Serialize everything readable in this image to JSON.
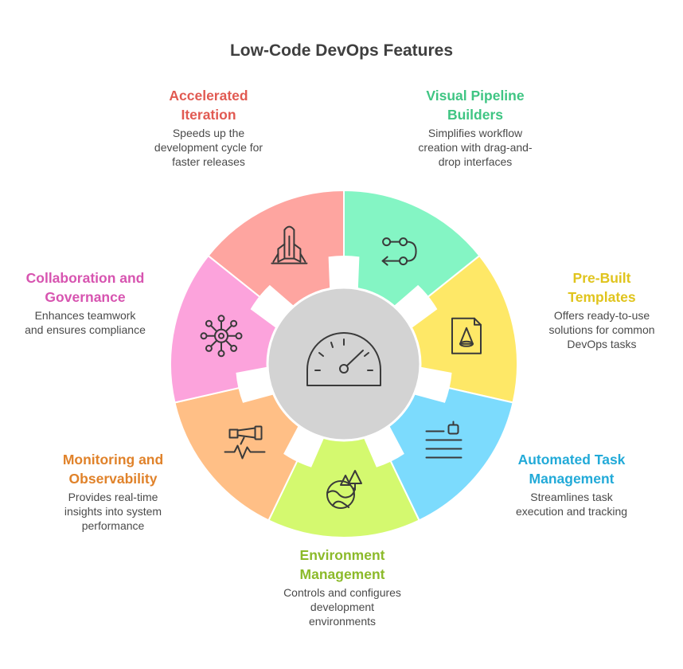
{
  "title": "Low-Code DevOps Features",
  "center": {
    "icon": "speedometer-icon"
  },
  "segments": [
    {
      "title_lines": [
        "Visual Pipeline",
        "Builders"
      ],
      "desc_lines": [
        "Simplifies workflow",
        "creation with drag-and-",
        "drop interfaces"
      ],
      "color": "#84f5c4",
      "title_color": "#3fc583",
      "icon": "workflow-icon"
    },
    {
      "title_lines": [
        "Pre-Built",
        "Templates"
      ],
      "desc_lines": [
        "Offers ready-to-use",
        "solutions for common",
        "DevOps tasks"
      ],
      "color": "#fee867",
      "title_color": "#e0c41d",
      "icon": "template-document-icon"
    },
    {
      "title_lines": [
        "Automated Task",
        "Management"
      ],
      "desc_lines": [
        "Streamlines task",
        "execution and tracking"
      ],
      "color": "#7cdbfd",
      "title_color": "#22aad8",
      "icon": "robot-tasks-icon"
    },
    {
      "title_lines": [
        "Environment",
        "Management"
      ],
      "desc_lines": [
        "Controls and configures",
        "development",
        "environments"
      ],
      "color": "#d4f96f",
      "title_color": "#8cba2a",
      "icon": "globe-trees-icon"
    },
    {
      "title_lines": [
        "Monitoring and",
        "Observability"
      ],
      "desc_lines": [
        "Provides real-time",
        "insights into system",
        "performance"
      ],
      "color": "#ffbf86",
      "title_color": "#e0822a",
      "icon": "telescope-pulse-icon"
    },
    {
      "title_lines": [
        "Collaboration and",
        "Governance"
      ],
      "desc_lines": [
        "Enhances teamwork",
        "and ensures compliance"
      ],
      "color": "#fca3dc",
      "title_color": "#d754b0",
      "icon": "network-hub-icon"
    },
    {
      "title_lines": [
        "Accelerated",
        "Iteration"
      ],
      "desc_lines": [
        "Speeds up the",
        "development cycle for",
        "faster releases"
      ],
      "color": "#fea5a0",
      "title_color": "#e15a52",
      "icon": "rocket-icon"
    }
  ]
}
